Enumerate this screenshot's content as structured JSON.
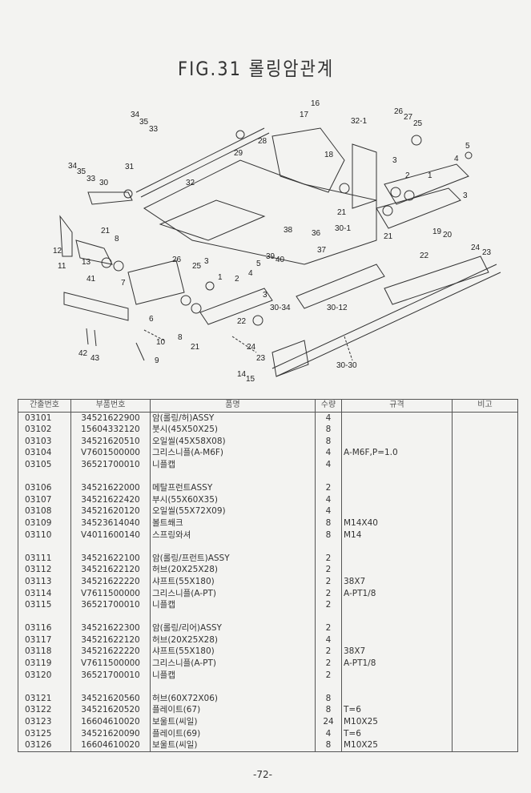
{
  "title": "FIG.31 롤링암관계",
  "diagram": {
    "callouts": [
      "34",
      "35",
      "33",
      "16",
      "17",
      "32-1",
      "26",
      "27",
      "25",
      "5",
      "28",
      "29",
      "18",
      "34",
      "35",
      "33",
      "31",
      "30",
      "32",
      "3",
      "4",
      "2",
      "1",
      "3",
      "21",
      "30-1",
      "21",
      "21",
      "8",
      "38",
      "36",
      "37",
      "39",
      "40",
      "22",
      "19",
      "20",
      "24",
      "23",
      "12",
      "11",
      "13",
      "26",
      "25",
      "3",
      "5",
      "4",
      "41",
      "7",
      "2",
      "1",
      "30-34",
      "30-12",
      "3",
      "6",
      "22",
      "8",
      "21",
      "10",
      "9",
      "42",
      "43",
      "24",
      "23",
      "14",
      "15",
      "30-30"
    ]
  },
  "table": {
    "headers": [
      "간출번호",
      "부품번호",
      "품명",
      "수량",
      "규격",
      "비고"
    ],
    "rows": [
      [
        "03101",
        "34521622900",
        "암(롤링/허)ASSY",
        "4",
        "",
        ""
      ],
      [
        "03102",
        "15604332120",
        "붓시(45X50X25)",
        "8",
        "",
        ""
      ],
      [
        "03103",
        "34521620510",
        "오일씰(45X58X08)",
        "8",
        "",
        ""
      ],
      [
        "03104",
        "V7601500000",
        "그리스니플(A-M6F)",
        "4",
        "A-M6F,P=1.0",
        ""
      ],
      [
        "03105",
        "36521700010",
        "니플캡",
        "4",
        "",
        ""
      ],
      [
        "",
        "",
        "",
        "",
        "",
        ""
      ],
      [
        "03106",
        "34521622000",
        "메탈프런트ASSY",
        "2",
        "",
        ""
      ],
      [
        "03107",
        "34521622420",
        "부시(55X60X35)",
        "4",
        "",
        ""
      ],
      [
        "03108",
        "34521620120",
        "오일씰(55X72X09)",
        "4",
        "",
        ""
      ],
      [
        "03109",
        "34523614040",
        "볼트쐐크",
        "8",
        "M14X40",
        ""
      ],
      [
        "03110",
        "V4011600140",
        "스프링와셔",
        "8",
        "M14",
        ""
      ],
      [
        "",
        "",
        "",
        "",
        "",
        ""
      ],
      [
        "03111",
        "34521622100",
        "암(롤링/프런트)ASSY",
        "2",
        "",
        ""
      ],
      [
        "03112",
        "34521622120",
        "허브(20X25X28)",
        "2",
        "",
        ""
      ],
      [
        "03113",
        "34521622220",
        "샤프트(55X180)",
        "2",
        "38X7",
        ""
      ],
      [
        "03114",
        "V7611500000",
        "그리스니플(A-PT)",
        "2",
        "A-PT1/8",
        ""
      ],
      [
        "03115",
        "36521700010",
        "니플캡",
        "2",
        "",
        ""
      ],
      [
        "",
        "",
        "",
        "",
        "",
        ""
      ],
      [
        "03116",
        "34521622300",
        "암(롤링/리어)ASSY",
        "2",
        "",
        ""
      ],
      [
        "03117",
        "34521622120",
        "허브(20X25X28)",
        "4",
        "",
        ""
      ],
      [
        "03118",
        "34521622220",
        "샤프트(55X180)",
        "2",
        "38X7",
        ""
      ],
      [
        "03119",
        "V7611500000",
        "그리스니플(A-PT)",
        "2",
        "A-PT1/8",
        ""
      ],
      [
        "03120",
        "36521700010",
        "니플캡",
        "2",
        "",
        ""
      ],
      [
        "",
        "",
        "",
        "",
        "",
        ""
      ],
      [
        "03121",
        "34521620560",
        "허브(60X72X06)",
        "8",
        "",
        ""
      ],
      [
        "03122",
        "34521620520",
        "플레이트(67)",
        "8",
        "T=6",
        ""
      ],
      [
        "03123",
        "16604610020",
        "보울트(씨일)",
        "24",
        "M10X25",
        ""
      ],
      [
        "03125",
        "34521620090",
        "플레이트(69)",
        "4",
        "T=6",
        ""
      ],
      [
        "03126",
        "16604610020",
        "보울트(씨일)",
        "8",
        "M10X25",
        ""
      ]
    ]
  },
  "page_number": "-72-"
}
